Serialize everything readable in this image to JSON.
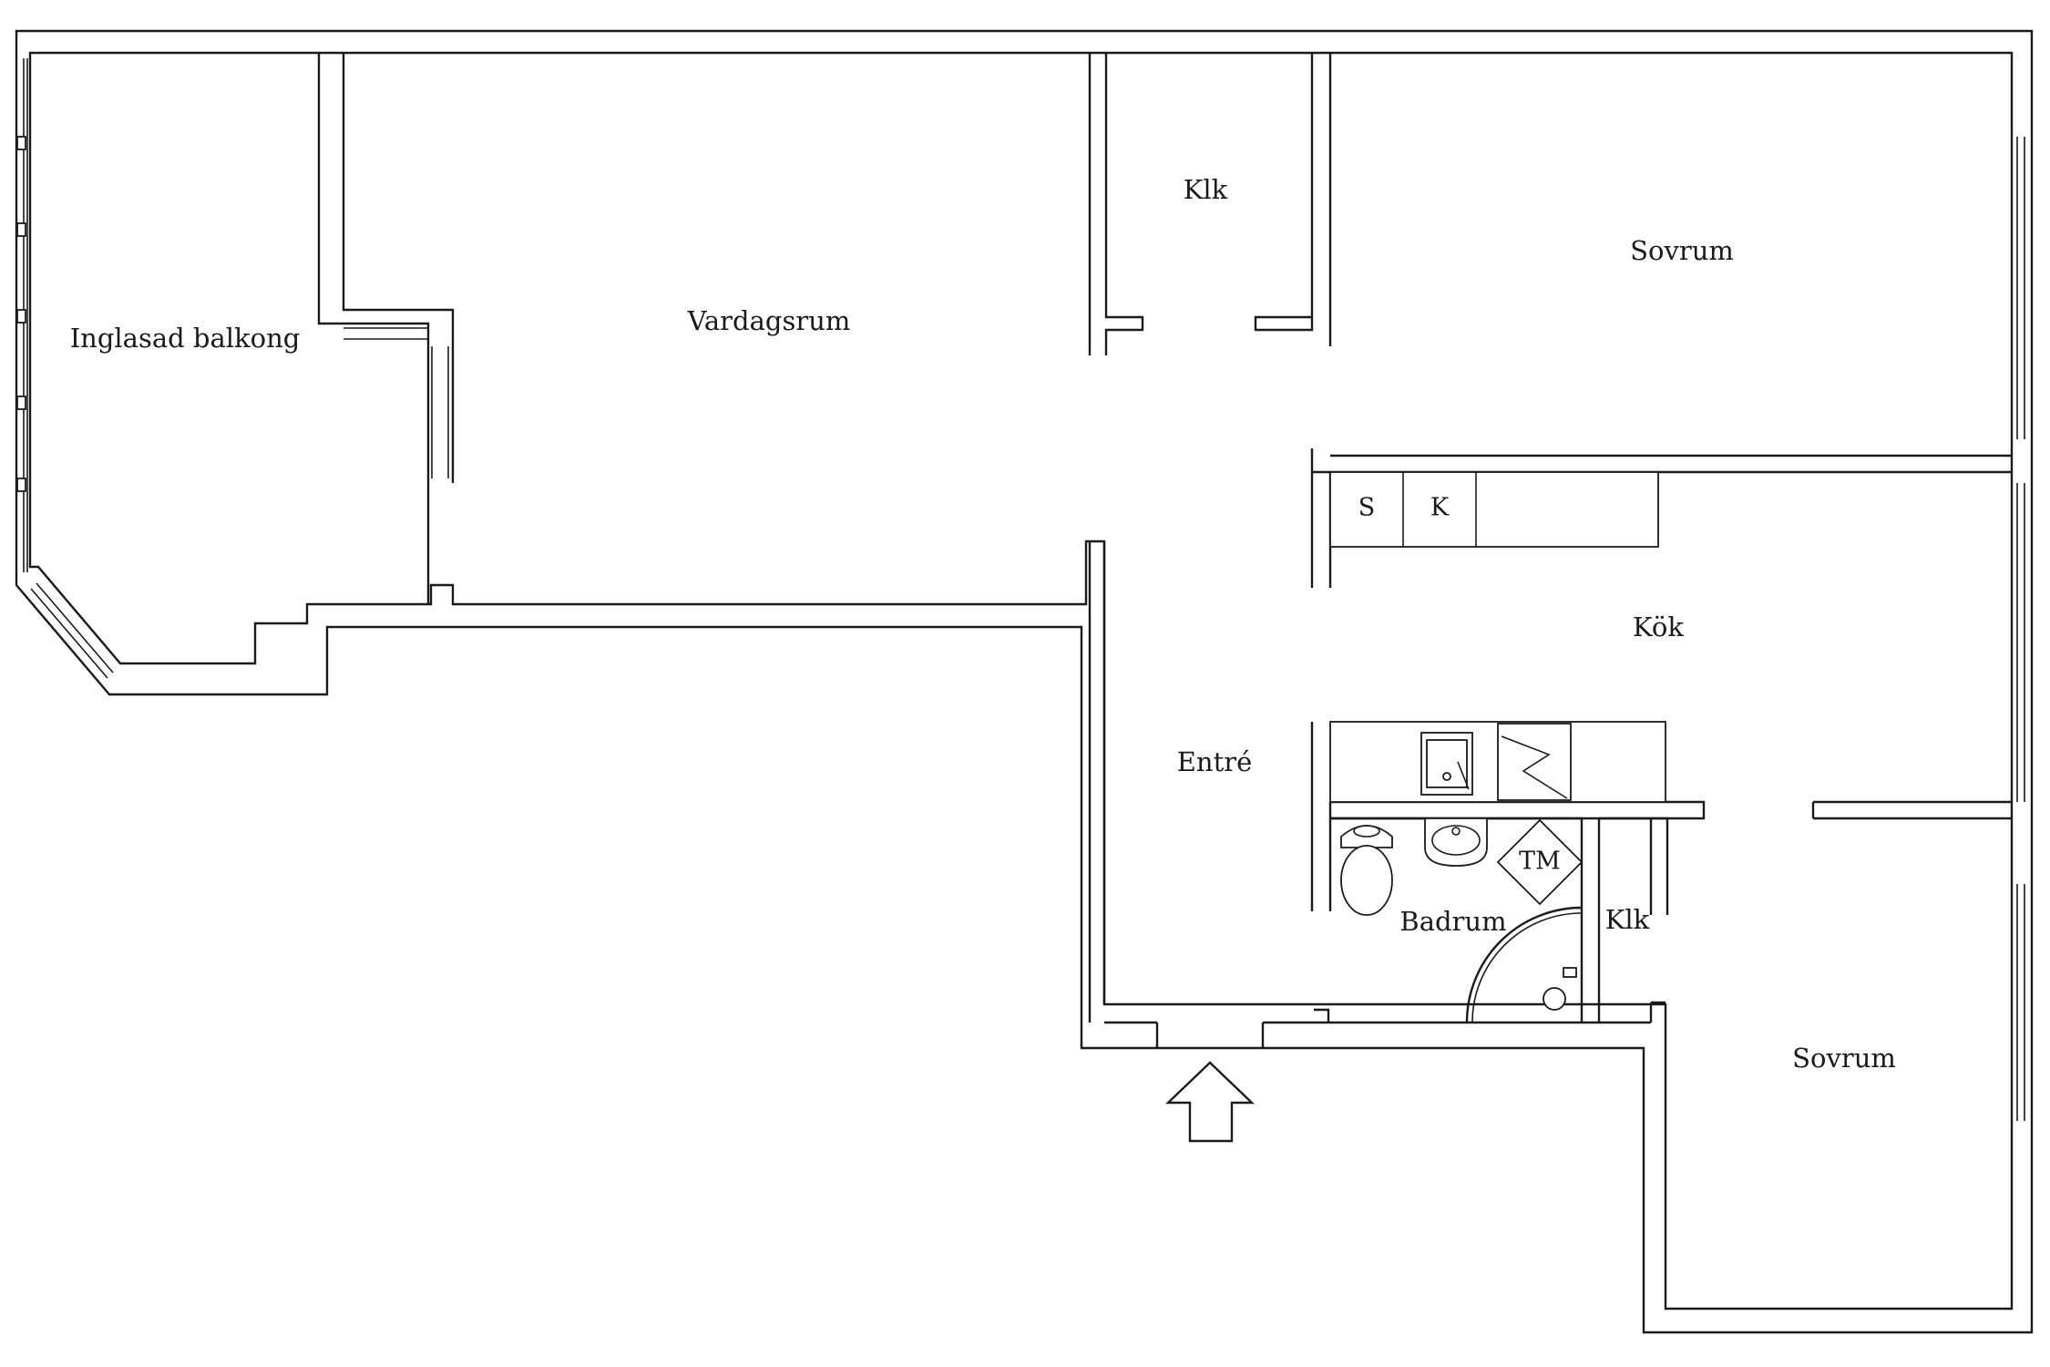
{
  "rooms": {
    "balcony": "Inglasad balkong",
    "living": "Vardagsrum",
    "closet_top": "Klk",
    "bedroom_top": "Sovrum",
    "kitchen": "Kök",
    "entrance": "Entré",
    "bathroom": "Badrum",
    "closet_bottom": "Klk",
    "bedroom_bottom": "Sovrum"
  },
  "fixtures": {
    "fridge": "S",
    "freezer": "K",
    "washer": "TM"
  }
}
